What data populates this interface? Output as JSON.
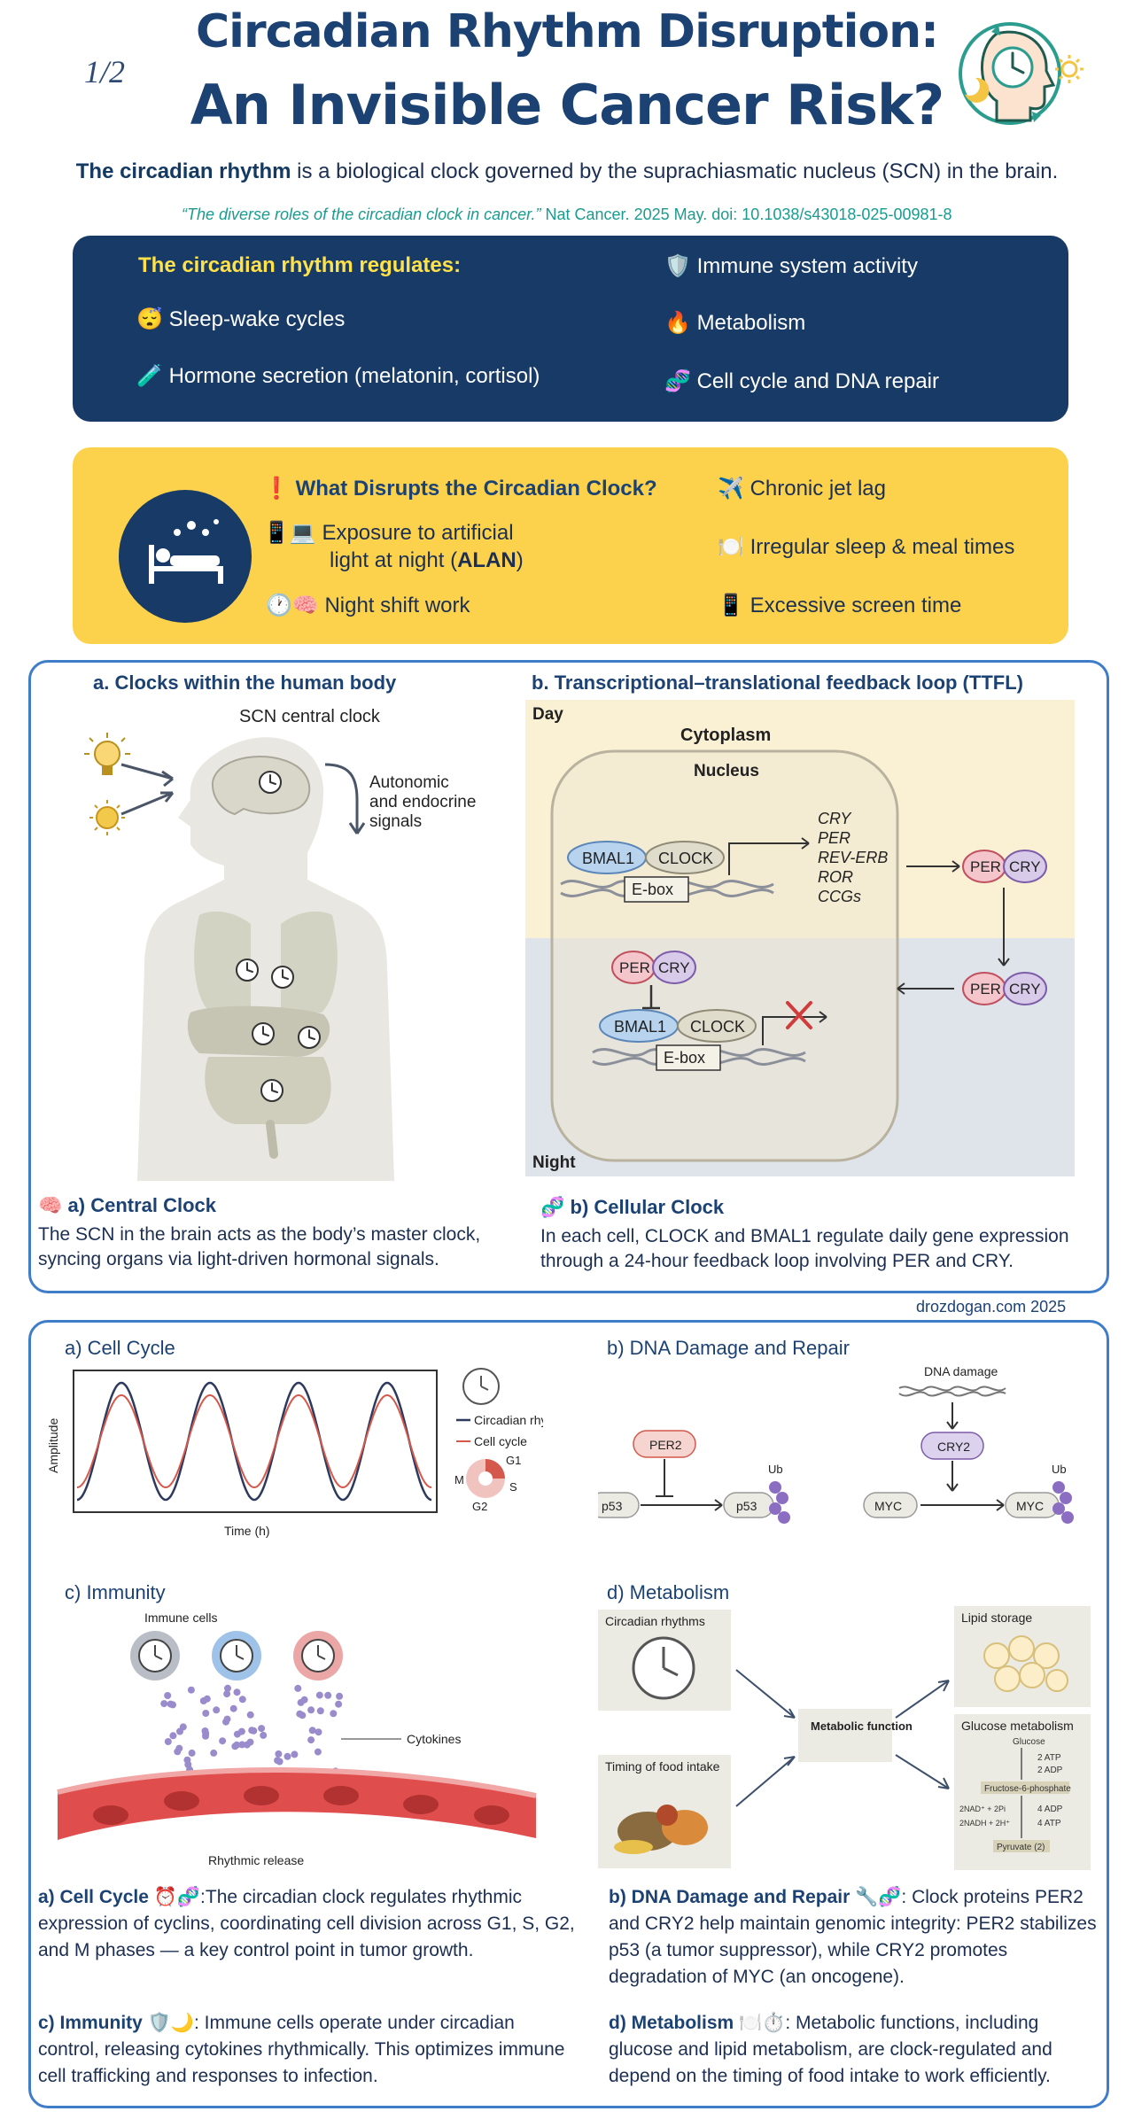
{
  "header": {
    "page_number": "1/2",
    "title_line1": "Circadian Rhythm Disruption:",
    "title_line2": "An Invisible Cancer Risk?",
    "intro_bold": "The circadian rhythm",
    "intro_rest": " is a biological clock governed by the suprachiasmatic nucleus (SCN) in the brain.",
    "citation_quote": "“The diverse roles of the circadian clock in cancer.”",
    "citation_source": " Nat Cancer. 2025 May. doi: 10.1038/s43018-025-00981-8"
  },
  "regulates": {
    "heading": "The circadian rhythm regulates:",
    "items": [
      {
        "emoji": "😴",
        "icon": "sleeping-face-icon",
        "label": "Sleep-wake cycles"
      },
      {
        "emoji": "🧪",
        "icon": "test-tube-icon",
        "label": "Hormone secretion (melatonin, cortisol)"
      },
      {
        "emoji": "🛡️",
        "icon": "shield-icon",
        "label": "Immune system activity"
      },
      {
        "emoji": "🔥",
        "icon": "fire-icon",
        "label": "Metabolism"
      },
      {
        "emoji": "🧬",
        "icon": "dna-icon",
        "label": "Cell cycle and DNA repair"
      }
    ]
  },
  "disrupts": {
    "heading_emoji": "❗",
    "heading": "What Disrupts the Circadian Clock?",
    "alan_emoji": "📱💻",
    "alan_line1": "Exposure to artificial",
    "alan_line2_pre": "light at night (",
    "alan_bold": "ALAN",
    "alan_line2_post": ")",
    "shift_emoji": "🕐🧠",
    "shift_label": "Night shift work",
    "right_items": [
      {
        "emoji": "✈️",
        "icon": "airplane-icon",
        "label": "Chronic jet lag"
      },
      {
        "emoji": "🍽️",
        "icon": "plate-icon",
        "label": "Irregular sleep & meal times"
      },
      {
        "emoji": "📱",
        "icon": "phone-icon",
        "label": "Excessive screen time"
      }
    ]
  },
  "panel_clocks": {
    "title_a": "a. Clocks within the human body",
    "title_b": "b. Transcriptional–translational feedback loop (TTFL)",
    "scn_label": "SCN central clock",
    "signals_line1": "Autonomic",
    "signals_line2": "and endocrine",
    "signals_line3": "signals",
    "ttfl": {
      "day": "Day",
      "night": "Night",
      "cytoplasm": "Cytoplasm",
      "nucleus": "Nucleus",
      "bmal1": "BMAL1",
      "clock": "CLOCK",
      "ebox": "E-box",
      "per": "PER",
      "cry": "CRY",
      "genes": [
        "CRY",
        "PER",
        "REV-ERB",
        "ROR",
        "CCGs"
      ]
    },
    "caption_a_emoji": "🧠",
    "caption_a_title": "a) Central Clock",
    "caption_a_text": "The SCN in the brain acts as the body’s master clock, syncing organs via light-driven hormonal signals.",
    "caption_b_emoji": "🧬",
    "caption_b_title": "b) Cellular Clock",
    "caption_b_text": "In each cell, CLOCK and BMAL1 regulate daily gene expression through a 24-hour feedback loop involving PER and CRY."
  },
  "watermark": "drozdogan.com  2025",
  "panel_cancer": {
    "cell_cycle": {
      "title": "a) Cell Cycle",
      "ylabel": "Amplitude",
      "xlabel": "Time (h)",
      "legend_circadian": "Circadian rhythms",
      "legend_cellcycle": "Cell cycle",
      "phases": [
        "G1",
        "S",
        "G2",
        "M"
      ]
    },
    "dna": {
      "title": "b) DNA Damage and Repair",
      "dna_damage": "DNA damage",
      "per2": "PER2",
      "cry2": "CRY2",
      "p53": "p53",
      "myc": "MYC",
      "ub": "Ub"
    },
    "immunity": {
      "title": "c) Immunity",
      "immune_cells": "Immune cells",
      "cytokines": "Cytokines",
      "rhythmic_release": "Rhythmic release"
    },
    "metabolism": {
      "title": "d) Metabolism",
      "circadian_rhythms": "Circadian rhythms",
      "food_timing": "Timing of food intake",
      "metabolic_function": "Metabolic function",
      "lipid_storage": "Lipid storage",
      "glucose_metabolism": "Glucose metabolism",
      "glucose": "Glucose",
      "atp2": "2 ATP",
      "adp2": "2 ADP",
      "f6p": "Fructose-6-phosphate",
      "nad": "2NAD⁺ + 2Pi",
      "nadh": "2NADH + 2H⁺",
      "adp4": "4 ADP",
      "atp4": "4 ATP",
      "pyruvate": "Pyruvate (2)"
    },
    "captions": {
      "a_title": "a) Cell Cycle",
      "a_emoji": "⏰🧬",
      "a_text": ":The circadian clock regulates rhythmic expression of cyclins, coordinating cell division across G1, S, G2, and M phases — a key control point in tumor growth.",
      "b_title": "b) DNA Damage and Repair",
      "b_emoji": "🔧🧬",
      "b_text": ": Clock proteins PER2 and CRY2 help maintain genomic integrity: PER2 stabilizes p53 (a tumor suppressor), while CRY2 promotes degradation of MYC (an oncogene).",
      "c_title": "c) Immunity",
      "c_emoji": "🛡️🌙",
      "c_text": ": Immune cells operate under circadian control, releasing cytokines rhythmically. This optimizes immune cell trafficking and responses to infection.",
      "d_title": "d) Metabolism",
      "d_emoji": "🍽️⏱️",
      "d_text": ": Metabolic functions, including glucose and lipid metabolism, are clock-regulated and depend on the timing of food intake to work efficiently."
    }
  }
}
